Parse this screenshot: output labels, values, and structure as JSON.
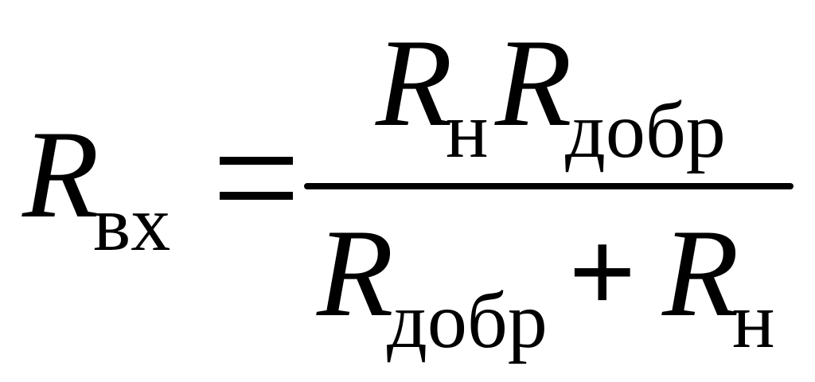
{
  "formula": {
    "lhs": {
      "symbol": "R",
      "subscript": "вх"
    },
    "equals": "=",
    "numerator": [
      {
        "symbol": "R",
        "subscript": "н"
      },
      {
        "symbol": "R",
        "subscript": "добр"
      }
    ],
    "denominator": {
      "first": {
        "symbol": "R",
        "subscript": "добр"
      },
      "operator": "+",
      "second": {
        "symbol": "R",
        "subscript": "н"
      }
    }
  }
}
